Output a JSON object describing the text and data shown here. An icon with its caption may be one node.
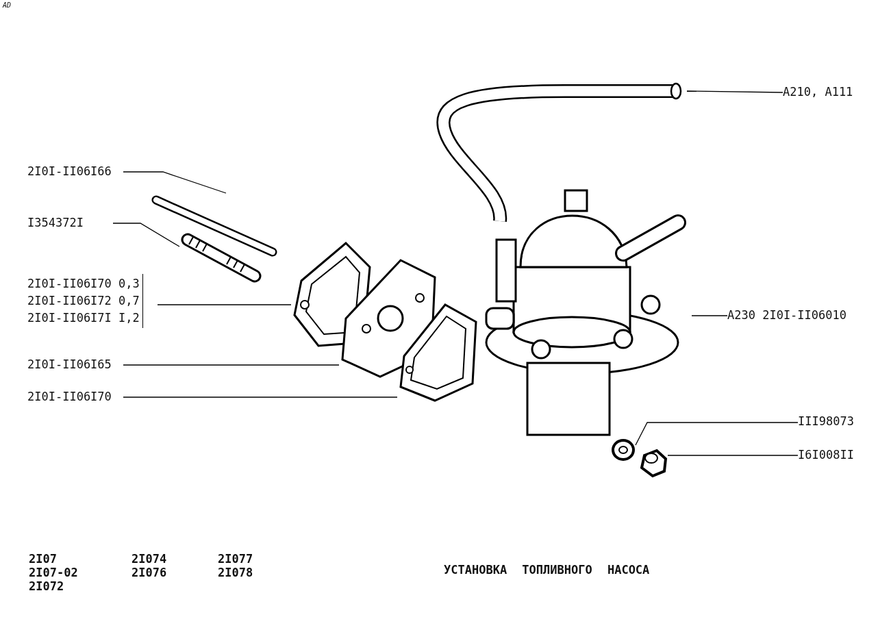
{
  "diagram": {
    "caption": "УСТАНОВКА ТОПЛИВНОГО НАСОСА",
    "nodes": [
      {
        "text": [
          "A210, A111"
        ]
      },
      {
        "text": [],
        "shape": "picture"
      },
      {
        "text": [
          "2I0I-II06I66"
        ]
      },
      {
        "text": [],
        "shape": "picture"
      },
      {
        "text": [
          "I354372I"
        ]
      },
      {
        "text": [],
        "shape": "picture"
      },
      {
        "text": [
          "2I0I-II06I70 0,3",
          "2I0I-II06I72 0,7",
          "2I0I-II06I7I I,2"
        ]
      },
      {
        "text": [],
        "shape": "picture"
      },
      {
        "text": [
          "2I0I-II06I65"
        ]
      },
      {
        "text": [],
        "shape": "picture"
      },
      {
        "text": [
          "2I0I-II06I70"
        ]
      },
      {
        "text": [],
        "shape": "picture"
      },
      {
        "text": [
          "A230 2I0I-II06010"
        ]
      },
      {
        "text": [],
        "shape": "picture"
      },
      {
        "text": [
          "III98073"
        ]
      },
      {
        "text": [],
        "shape": "picture"
      },
      {
        "text": [
          "I6I008II"
        ]
      },
      {
        "text": [],
        "shape": "picture"
      }
    ],
    "edges": [
      {
        "from": 0,
        "to": 1,
        "arrow": "none"
      },
      {
        "from": 2,
        "to": 3,
        "arrow": "none"
      },
      {
        "from": 4,
        "to": 5,
        "arrow": "none"
      },
      {
        "from": 6,
        "to": 7,
        "arrow": "none"
      },
      {
        "from": 8,
        "to": 9,
        "arrow": "none"
      },
      {
        "from": 10,
        "to": 11,
        "arrow": "none"
      },
      {
        "from": 12,
        "to": 13,
        "arrow": "none"
      },
      {
        "from": 14,
        "to": 15,
        "arrow": "none"
      },
      {
        "from": 16,
        "to": 17,
        "arrow": "none"
      }
    ],
    "labels": [
      "AD",
      "2I07",
      "2I074",
      "2I077",
      "2I07-02",
      "2I076",
      "2I078",
      "2I072"
    ]
  }
}
